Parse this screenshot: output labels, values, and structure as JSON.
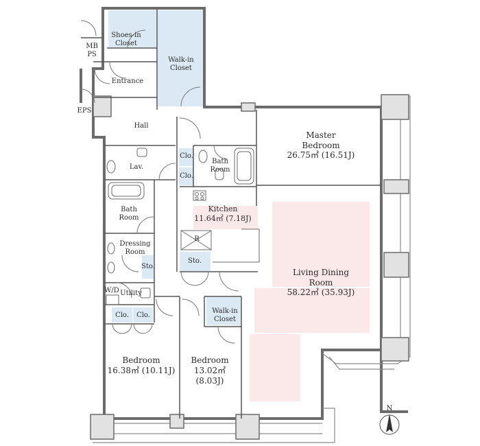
{
  "plan": {
    "rooms": {
      "shoes_in_closet": "Shoes-in\nCloset",
      "walk_in_closet_top": "Walk-in\nCloset",
      "mb_ps": "MB\nPS",
      "entrance": "Entrance",
      "eps": "EPS",
      "hall": "Hall",
      "lav": "Lav.",
      "clo_top": "Clo.",
      "clo_mid": "Clo.",
      "bath_room_master": "Bath\nRoom",
      "bath_room": "Bath\nRoom",
      "kitchen": "Kitchen",
      "kitchen_area": "11.64㎡ (7.18J)",
      "refrigerator": "R",
      "dressing_room": "Dressing\nRoom",
      "sto_small": "Sto.",
      "sto_kitchen": "Sto.",
      "wd": "W/D",
      "utility": "Utility",
      "clo_bed_left": "Clo.",
      "clo_bed_right": "Clo.",
      "walk_in_closet_bed": "Walk-in\nCloset",
      "master_bedroom": "Master\nBedroom",
      "master_bedroom_area": "26.75㎡ (16.51J)",
      "living_dining": "Living Dining\nRoom",
      "living_dining_area": "58.22㎡ (35.93J)",
      "bedroom1": "Bedroom",
      "bedroom1_area": "16.38㎡ (10.11J)",
      "bedroom2": "Bedroom",
      "bedroom2_area": "13.02㎡\n(8.03J)"
    },
    "compass": "N",
    "colors": {
      "wall": "#6b6b6b",
      "closet_fill": "#dbe9f4",
      "living_fill": "#fbe9ea",
      "line": "#555555"
    }
  }
}
